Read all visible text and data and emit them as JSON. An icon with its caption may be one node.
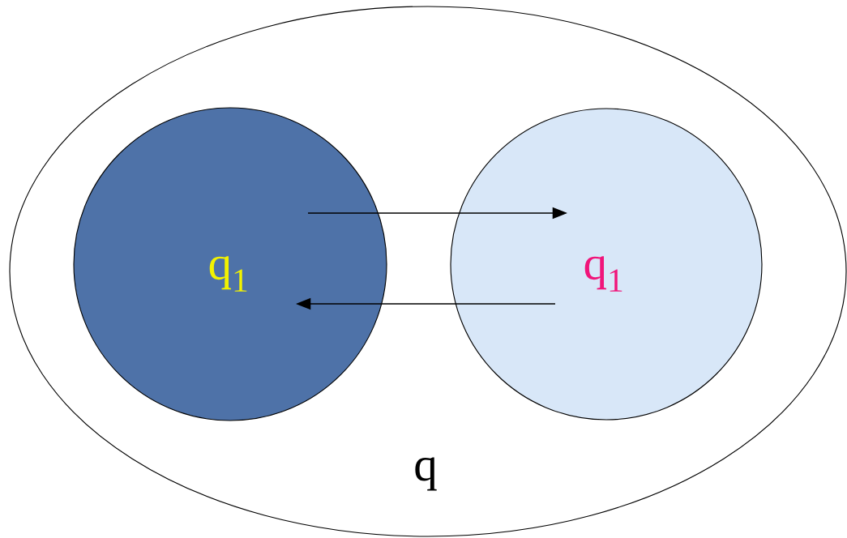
{
  "diagram": {
    "nodes": [
      {
        "text": [
          "q"
        ]
      },
      {
        "text": [
          "q$_{1}$"
        ],
        "in": 0
      },
      {
        "text": [
          "q$_{1}$"
        ],
        "in": 0
      }
    ],
    "edges": [
      {
        "from": 1,
        "to": 2,
        "arrow": "to"
      },
      {
        "from": 2,
        "to": 1,
        "arrow": "to"
      }
    ]
  }
}
